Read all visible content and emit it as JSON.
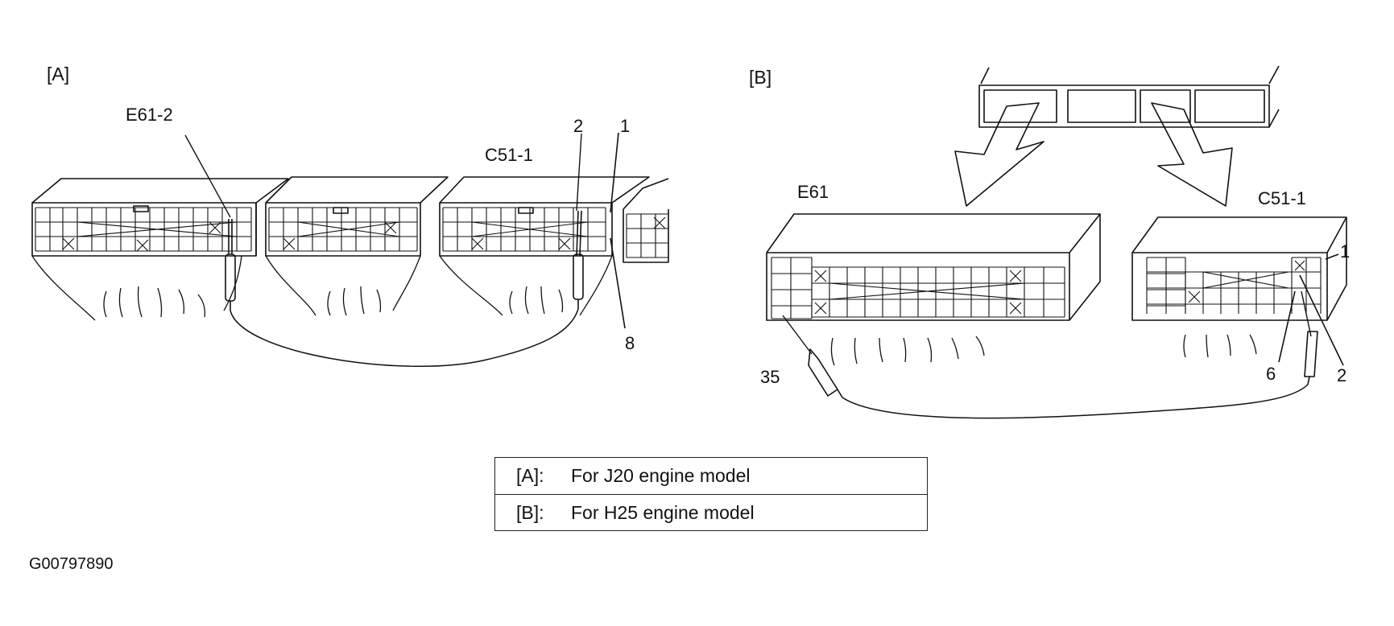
{
  "panel_a": {
    "tag": "[A]",
    "labels": {
      "e61_2": "E61-2",
      "c51_1": "C51-1",
      "pin2": "2",
      "pin1": "1",
      "pin8": "8"
    }
  },
  "panel_b": {
    "tag": "[B]",
    "labels": {
      "e61": "E61",
      "c51_1": "C51-1",
      "pin1": "1",
      "pin35": "35",
      "pin6": "6",
      "pin2": "2"
    }
  },
  "legend": [
    {
      "key": "[A]:",
      "text": "For J20 engine model"
    },
    {
      "key": "[B]:",
      "text": "For H25 engine model"
    }
  ],
  "figure_id": "G00797890"
}
